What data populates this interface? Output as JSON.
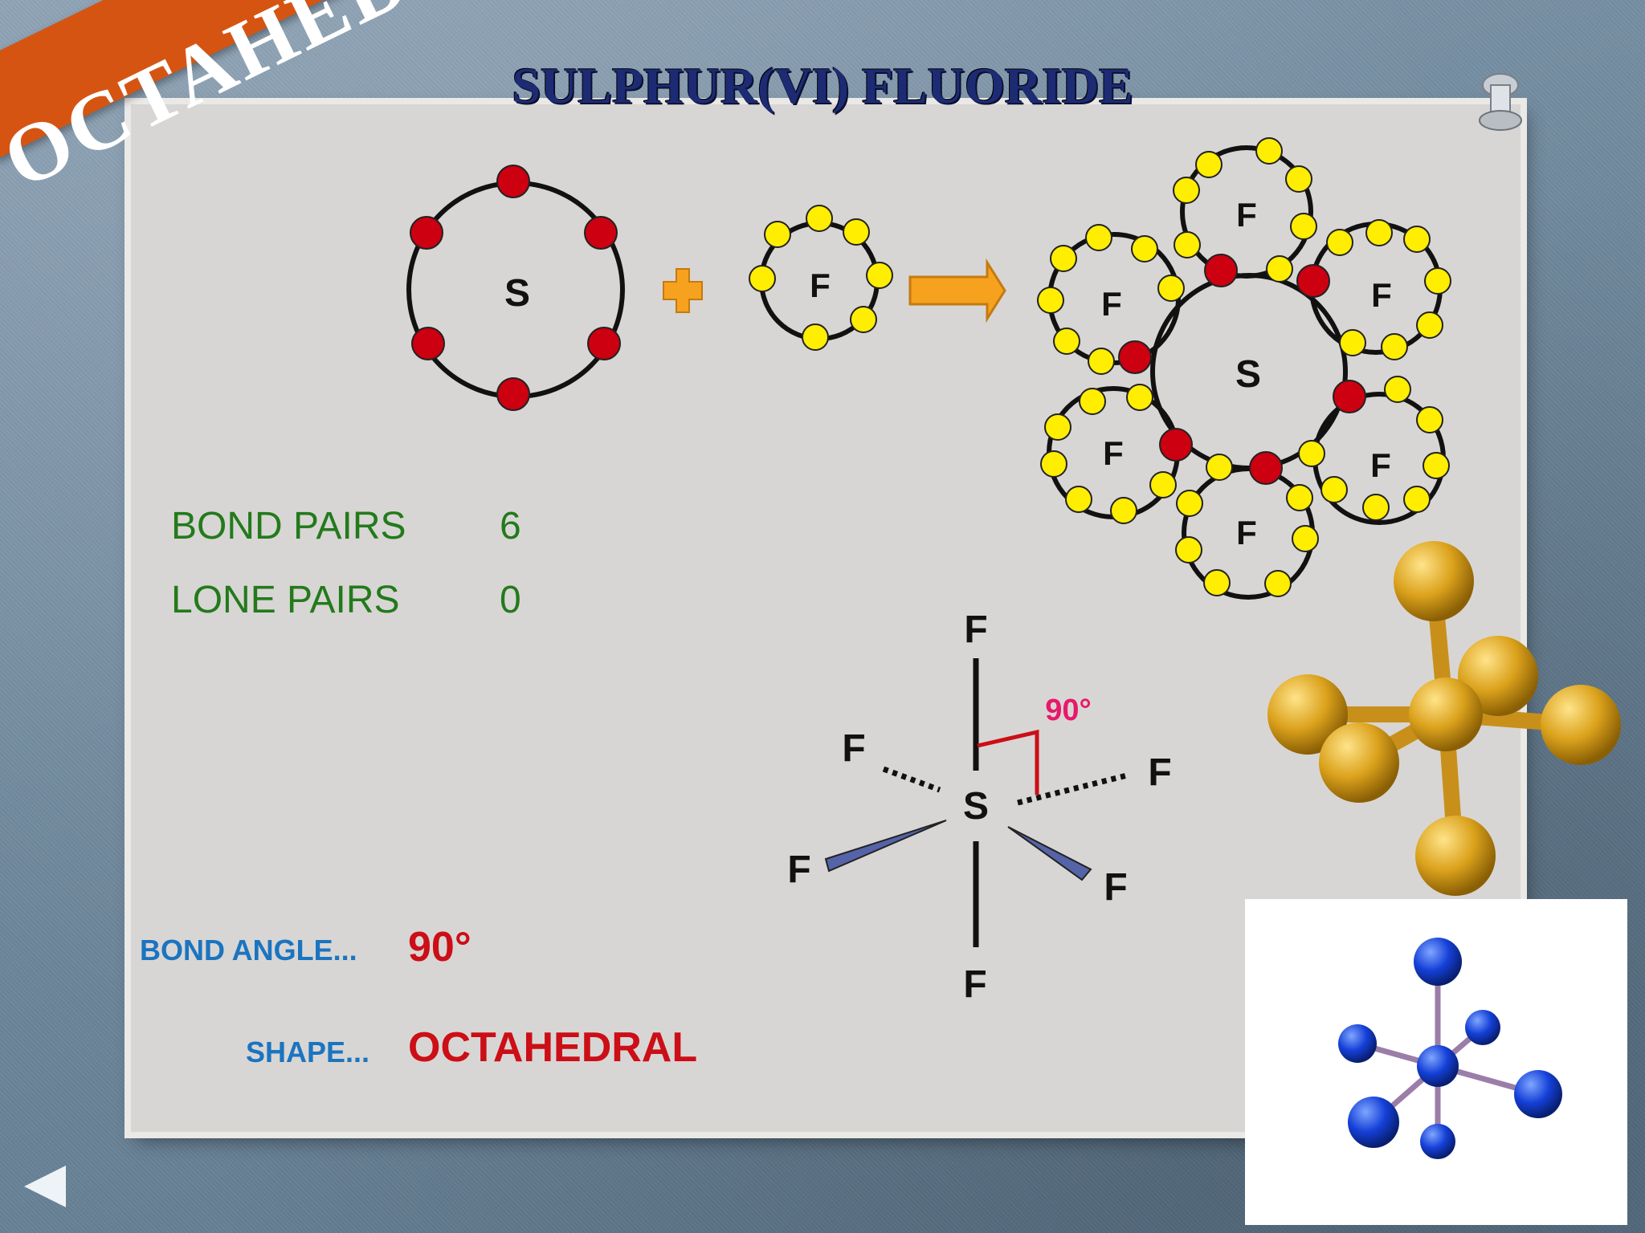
{
  "banner": {
    "text": "OCTAHEDRAL"
  },
  "title": "SULPHUR(VI) FLUORIDE",
  "diagram": {
    "sulfur_label": "S",
    "fluorine_label": "F",
    "central_label": "S"
  },
  "structure": {
    "s": "S",
    "f_top": "F",
    "f_bottom": "F",
    "f_upper_left": "F",
    "f_upper_right": "F",
    "f_lower_left": "F",
    "f_lower_right": "F",
    "angle": "90°"
  },
  "stats": {
    "bond_pairs_label": "BOND PAIRS",
    "bond_pairs_value": "6",
    "lone_pairs_label": "LONE PAIRS",
    "lone_pairs_value": "0"
  },
  "info": {
    "bond_angle_label": "BOND ANGLE...",
    "bond_angle_value": "90°",
    "shape_label": "SHAPE...",
    "shape_value": "OCTAHEDRAL"
  },
  "colors": {
    "title": "#1d2b74",
    "banner": "#d65412",
    "green": "#237a1c",
    "blue": "#1b74c0",
    "red": "#cc0e17",
    "electron_red": "#cc0010",
    "electron_yellow": "#ffee00",
    "gold": "#d8a21c",
    "model_blue": "#1540d8"
  },
  "icons": {
    "nav": "back-triangle-icon",
    "pin": "pushpin-icon"
  }
}
